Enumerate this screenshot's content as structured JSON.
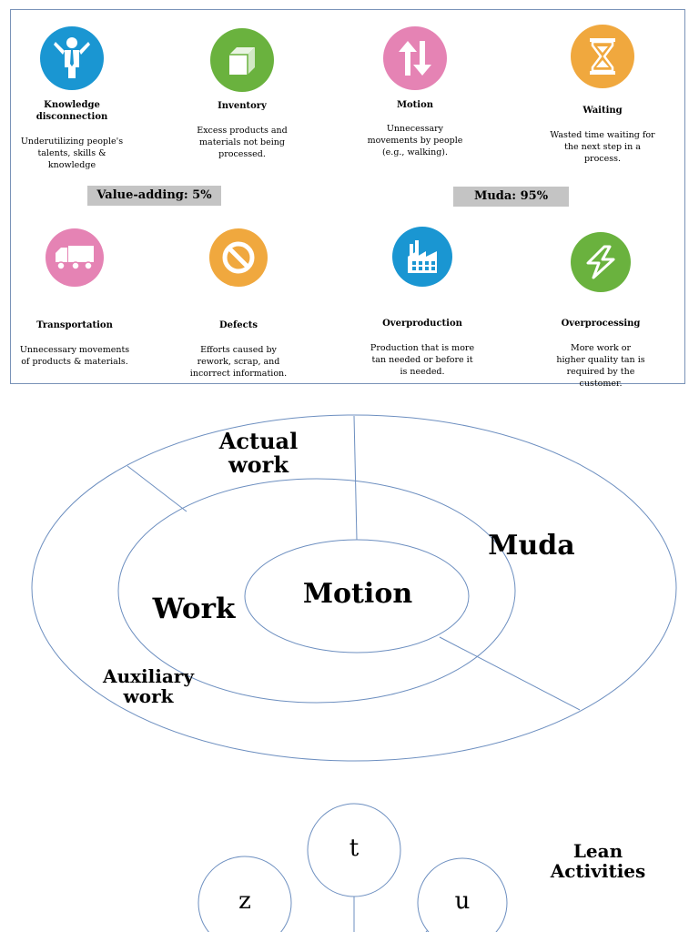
{
  "wastes_top": [
    {
      "title": "Knowledge disconnection",
      "desc": "Underutilizing people's talents, skills & knowledge",
      "icon": "person-icon",
      "color": "#1a96d2"
    },
    {
      "title": "Inventory",
      "desc": "Excess products and materials not being processed.",
      "icon": "box-icon",
      "color": "#6ab23e"
    },
    {
      "title": "Motion",
      "desc": "Unnecessary movements by people (e.g., walking).",
      "icon": "up-down-arrows-icon",
      "color": "#e583b4"
    },
    {
      "title": "Waiting",
      "desc": "Wasted time waiting for the next step in a process.",
      "icon": "hourglass-icon",
      "color": "#f0a83e"
    }
  ],
  "wastes_bottom": [
    {
      "title": "Transportation",
      "desc": "Unnecessary movements of products & materials.",
      "icon": "truck-icon",
      "color": "#e583b4"
    },
    {
      "title": "Defects",
      "desc": "Efforts caused by rework, scrap, and incorrect information.",
      "icon": "prohibited-icon",
      "color": "#f0a83e"
    },
    {
      "title": "Overproduction",
      "desc": "Production that is more tan needed or before it is needed.",
      "icon": "factory-icon",
      "color": "#1a96d2"
    },
    {
      "title": "Overprocessing",
      "desc": "More work or higher quality tan is required by the customer.",
      "icon": "lightning-icon",
      "color": "#6ab23e"
    }
  ],
  "value_adding": "Value-adding: 5%",
  "muda_bar": "Muda: 95%",
  "diagram": {
    "actual_work": "Actual work",
    "muda": "Muda",
    "work": "Work",
    "motion": "Motion",
    "auxiliary_work": "Auxiliary work"
  },
  "lean": {
    "title": "Lean Activities",
    "circles": [
      "t",
      "z",
      "u"
    ]
  },
  "colors": {
    "line": "#6d8fc0",
    "panel_border": "#7a93b8",
    "bar_bg": "#c4c4c4"
  }
}
